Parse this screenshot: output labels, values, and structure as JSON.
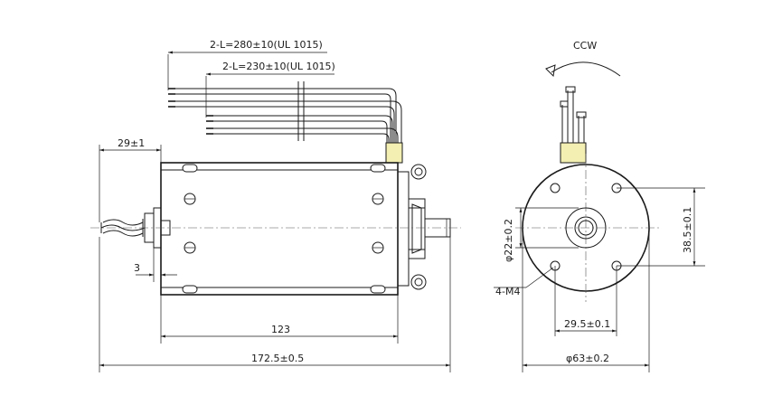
{
  "labels": {
    "lead_long": "2-L=280±10(UL 1015)",
    "lead_short": "2-L=230±10(UL 1015)",
    "rotation": "CCW",
    "shaft_ext": "29±1",
    "flange_step": "3",
    "body_length": "123",
    "overall_length": "172.5±0.5",
    "pilot_dia": "φ22±0.2",
    "mount_holes": "4-M4",
    "hole_spacing_v": "38.5±0.1",
    "hole_spacing_h": "29.5±0.1",
    "body_dia": "φ63±0.2"
  }
}
